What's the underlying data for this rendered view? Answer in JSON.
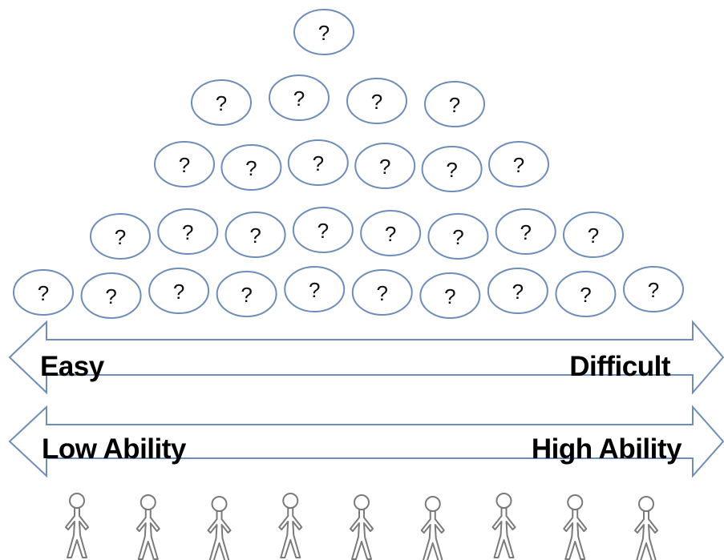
{
  "item_symbol": "?",
  "item_rows": [
    1,
    4,
    6,
    8,
    10
  ],
  "difficulty_scale": {
    "left_label": "Easy",
    "right_label": "Difficult"
  },
  "ability_scale": {
    "left_label": "Low Ability",
    "right_label": "High Ability"
  },
  "person_count": 9,
  "colors": {
    "outline": "#6e8db8",
    "person": "#7a7a7a",
    "text": "#000000"
  }
}
